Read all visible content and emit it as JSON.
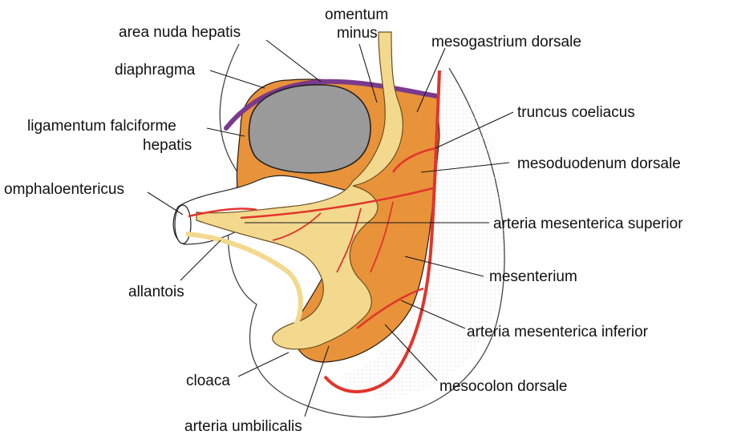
{
  "labels": {
    "area_nuda_hepatis": "area nuda hepatis",
    "omentum_line1": "omentum",
    "omentum_line2": "minus",
    "mesogastrium_dorsale": "mesogastrium dorsale",
    "diaphragma": "diaphragma",
    "truncus_coeliacus": "truncus coeliacus",
    "lig_falciforme_line1": "ligamentum falciforme",
    "lig_falciforme_line2": "hepatis",
    "mesoduodenum_dorsale": "mesoduodenum dorsale",
    "omphaloentericus": "omphaloentericus",
    "art_mes_superior": "arteria mesenterica superior",
    "mesenterium": "mesenterium",
    "allantois": "allantois",
    "art_mes_inferior": "arteria mesenterica inferior",
    "cloaca": "cloaca",
    "mesocolon_dorsale": "mesocolon dorsale",
    "art_umbilicalis": "arteria umbilicalis"
  },
  "colors": {
    "mesentery_orange": "#e8923a",
    "gut_yellow": "#f3d98e",
    "artery_red": "#e2352b",
    "liver_gray": "#9a9a9a",
    "diaphragm_purple": "#7a3a8c",
    "outline": "#2a1a10"
  }
}
